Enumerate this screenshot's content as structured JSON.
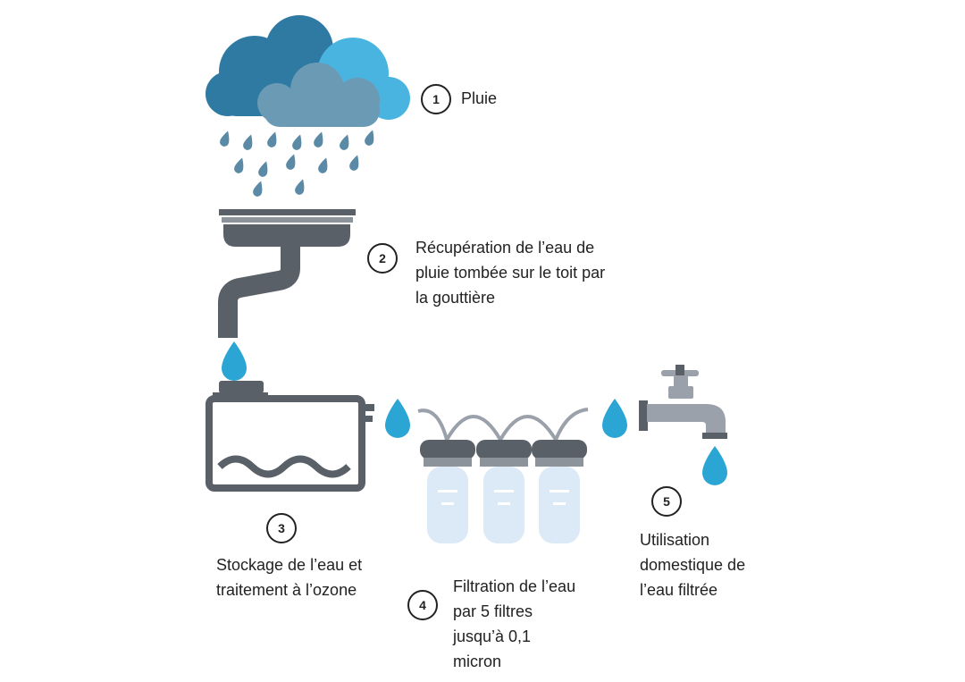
{
  "colors": {
    "cloud_dark": "#2f7aa3",
    "cloud_light": "#4ab4e0",
    "cloud_grey": "#6b9ab5",
    "raindrop": "#5b8aa6",
    "water_drop": "#2ba6d4",
    "metal_dark": "#5a6068",
    "metal_light": "#8c939b",
    "filter_body": "#dce9f7",
    "faucet": "#9aa1aa"
  },
  "steps": [
    {
      "number": "1",
      "text": "Pluie"
    },
    {
      "number": "2",
      "text": "Récupération de l’eau de\npluie tombée sur le toit par\nla gouttière"
    },
    {
      "number": "3",
      "text": "Stockage de l’eau et\ntraitement à l’ozone"
    },
    {
      "number": "4",
      "text": "Filtration de l’eau\npar 5 filtres\njusqu’à 0,1\nmicron"
    },
    {
      "number": "5",
      "text": "Utilisation\ndomestique de\nl’eau filtrée"
    }
  ]
}
